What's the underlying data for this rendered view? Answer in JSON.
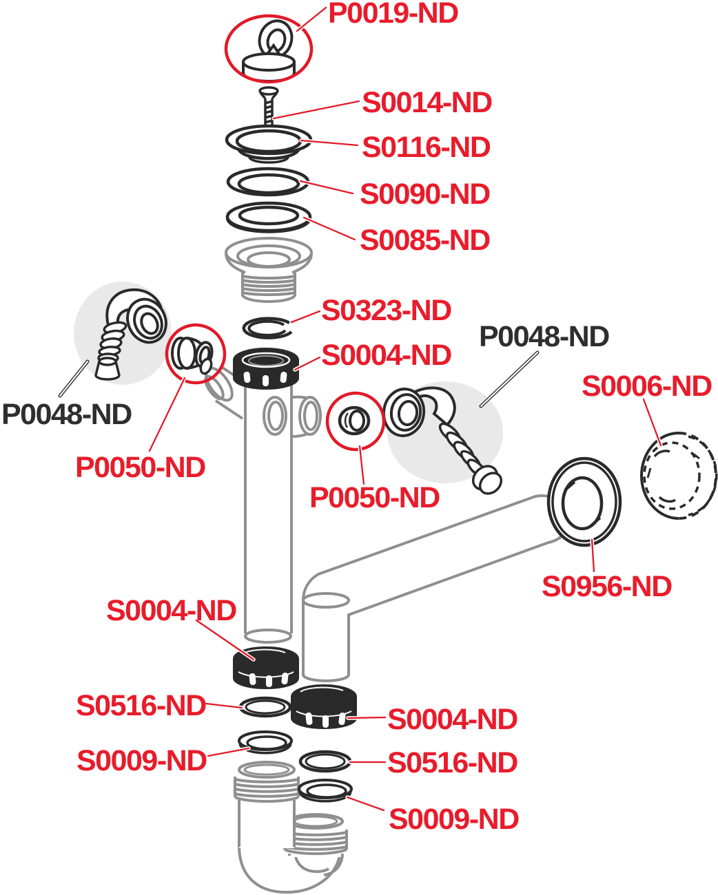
{
  "diagram": {
    "type": "exploded-parts-diagram",
    "colors": {
      "label_red": "#e81c2b",
      "label_gray": "#2e2e2e",
      "line_dark": "#2a2a2a",
      "line_gray": "#8f8f8f",
      "highlight_ellipse": "#e9e9e9",
      "callout_circle": "#e11a28",
      "background": "#ffffff"
    },
    "labels": [
      {
        "part": "P0019-ND",
        "color": "#e81c2b"
      },
      {
        "part": "S0014-ND",
        "color": "#e81c2b"
      },
      {
        "part": "S0116-ND",
        "color": "#e81c2b"
      },
      {
        "part": "S0090-ND",
        "color": "#e81c2b"
      },
      {
        "part": "S0085-ND",
        "color": "#e81c2b"
      },
      {
        "part": "S0323-ND",
        "color": "#e81c2b"
      },
      {
        "part": "S0004-ND",
        "color": "#e81c2b"
      },
      {
        "part": "P0048-ND",
        "color": "#2e2e2e"
      },
      {
        "part": "P0050-ND",
        "color": "#e81c2b"
      },
      {
        "part": "P0048-ND",
        "color": "#2e2e2e"
      },
      {
        "part": "S0006-ND",
        "color": "#e81c2b"
      },
      {
        "part": "P0050-ND",
        "color": "#e81c2b"
      },
      {
        "part": "S0956-ND",
        "color": "#e81c2b"
      },
      {
        "part": "S0004-ND",
        "color": "#e81c2b"
      },
      {
        "part": "S0516-ND",
        "color": "#e81c2b"
      },
      {
        "part": "S0009-ND",
        "color": "#e81c2b"
      },
      {
        "part": "S0004-ND",
        "color": "#e81c2b"
      },
      {
        "part": "S0516-ND",
        "color": "#e81c2b"
      },
      {
        "part": "S0009-ND",
        "color": "#e81c2b"
      }
    ]
  }
}
